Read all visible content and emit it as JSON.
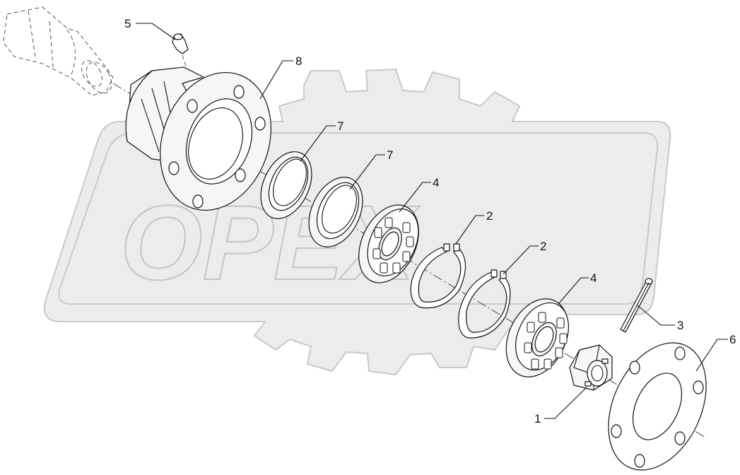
{
  "watermark": {
    "text": "OPEX"
  },
  "callouts": [
    {
      "id": "c5",
      "label": "5"
    },
    {
      "id": "c8",
      "label": "8"
    },
    {
      "id": "c7a",
      "label": "7"
    },
    {
      "id": "c7b",
      "label": "7"
    },
    {
      "id": "c4a",
      "label": "4"
    },
    {
      "id": "c2a",
      "label": "2"
    },
    {
      "id": "c2b",
      "label": "2"
    },
    {
      "id": "c4b",
      "label": "4"
    },
    {
      "id": "c3",
      "label": "3"
    },
    {
      "id": "c6",
      "label": "6"
    },
    {
      "id": "c1",
      "label": "1"
    }
  ]
}
